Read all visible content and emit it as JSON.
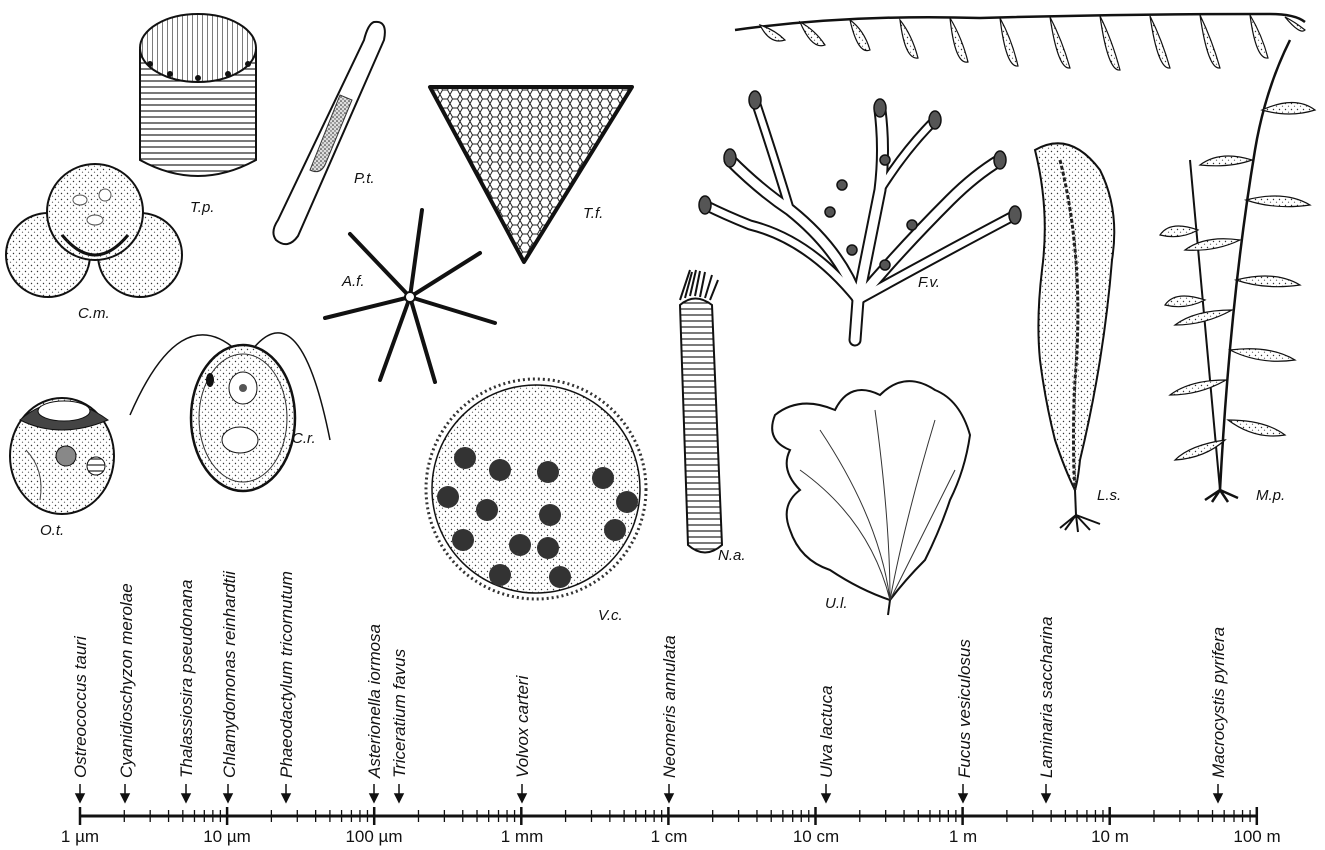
{
  "organisms": [
    {
      "id": "ot",
      "abbr": "O.t.",
      "species": "Ostreococcus tauri",
      "size_label": "1 µm"
    },
    {
      "id": "cm",
      "abbr": "C.m.",
      "species": "Cyanidioschyzon merolae"
    },
    {
      "id": "tp",
      "abbr": "T.p.",
      "species": "Thalassiosira pseudonana"
    },
    {
      "id": "cr",
      "abbr": "C.r.",
      "species": "Chlamydomonas reinhardtii"
    },
    {
      "id": "pt",
      "abbr": "P.t.",
      "species": "Phaeodactylum tricornutum"
    },
    {
      "id": "af",
      "abbr": "A.f.",
      "species": "Asterionella iormosa"
    },
    {
      "id": "tf",
      "abbr": "T.f.",
      "species": "Triceratium favus"
    },
    {
      "id": "vc",
      "abbr": "V.c.",
      "species": "Volvox carteri"
    },
    {
      "id": "na",
      "abbr": "N.a.",
      "species": "Neomeris annulata"
    },
    {
      "id": "ul",
      "abbr": "U.l.",
      "species": "Ulva lactuca"
    },
    {
      "id": "fv",
      "abbr": "F.v.",
      "species": "Fucus vesiculosus"
    },
    {
      "id": "ls",
      "abbr": "L.s.",
      "species": "Laminaria saccharina"
    },
    {
      "id": "mp",
      "abbr": "M.p.",
      "species": "Macrocystis pyrifera"
    }
  ],
  "scale": {
    "labels": [
      "1 µm",
      "10 µm",
      "100 µm",
      "1 mm",
      "1 cm",
      "10 cm",
      "1 m",
      "10 m",
      "100 m"
    ]
  }
}
